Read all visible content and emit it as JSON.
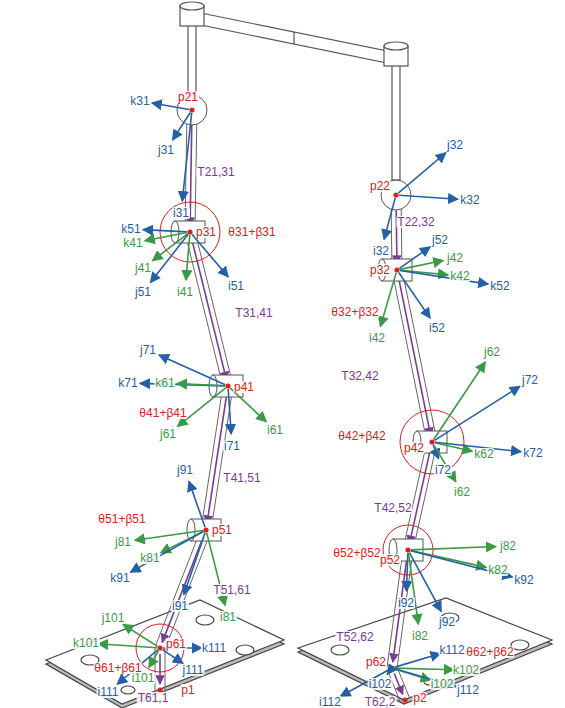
{
  "diagram": {
    "labels": [
      "p21",
      "k31",
      "j31",
      "T21,31",
      "i31",
      "k51",
      "k41",
      "p31",
      "θ31+β31",
      "j41",
      "j51",
      "i41",
      "i51",
      "T31,41",
      "j71",
      "k71",
      "k61",
      "p41",
      "θ41+β41",
      "j61",
      "i61",
      "i71",
      "j91",
      "T41,51",
      "θ51+β51",
      "j81",
      "k81",
      "k91",
      "p51",
      "T51,61",
      "i91",
      "i81",
      "j101",
      "k101",
      "p61",
      "k111",
      "θ61+β61",
      "j111",
      "i101",
      "i111",
      "T61,1",
      "p1",
      "j32",
      "p22",
      "k32",
      "T22,32",
      "i32",
      "j52",
      "j42",
      "p32",
      "k42",
      "k52",
      "θ32+β32",
      "i42",
      "i52",
      "T32,42",
      "j62",
      "j72",
      "θ42+β42",
      "p42",
      "k62",
      "k72",
      "i72",
      "i62",
      "T42,52",
      "j82",
      "θ52+β52",
      "p52",
      "k82",
      "k92",
      "i92",
      "j92",
      "i82",
      "T52,62",
      "k112",
      "θ62+β62",
      "p62",
      "k102",
      "i102",
      "i102",
      "j112",
      "i112",
      "T62,2",
      "p2"
    ]
  }
}
